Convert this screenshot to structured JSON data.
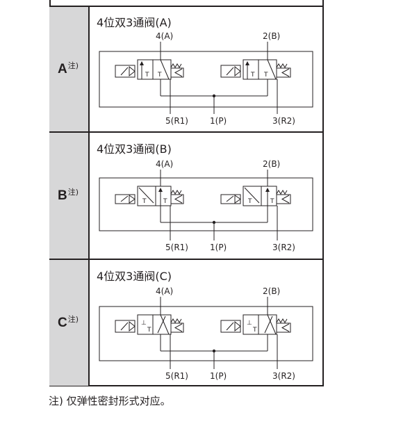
{
  "rows": [
    {
      "letter": "A",
      "note": "注)",
      "title": "4位双3通阀(A)",
      "ports": {
        "a": "4(A)",
        "b": "2(B)",
        "r1": "5(R1)",
        "p": "1(P)",
        "r2": "3(R2)"
      }
    },
    {
      "letter": "B",
      "note": "注)",
      "title": "4位双3通阀(B)",
      "ports": {
        "a": "4(A)",
        "b": "2(B)",
        "r1": "5(R1)",
        "p": "1(P)",
        "r2": "3(R2)"
      }
    },
    {
      "letter": "C",
      "note": "注)",
      "title": "4位双3通阀(C)",
      "ports": {
        "a": "4(A)",
        "b": "2(B)",
        "r1": "5(R1)",
        "p": "1(P)",
        "r2": "3(R2)"
      }
    }
  ],
  "footnote": "注) 仅弹性密封形式对应。",
  "colors": {
    "ink": "#231f20",
    "label_cell": "#d7d7d8"
  }
}
